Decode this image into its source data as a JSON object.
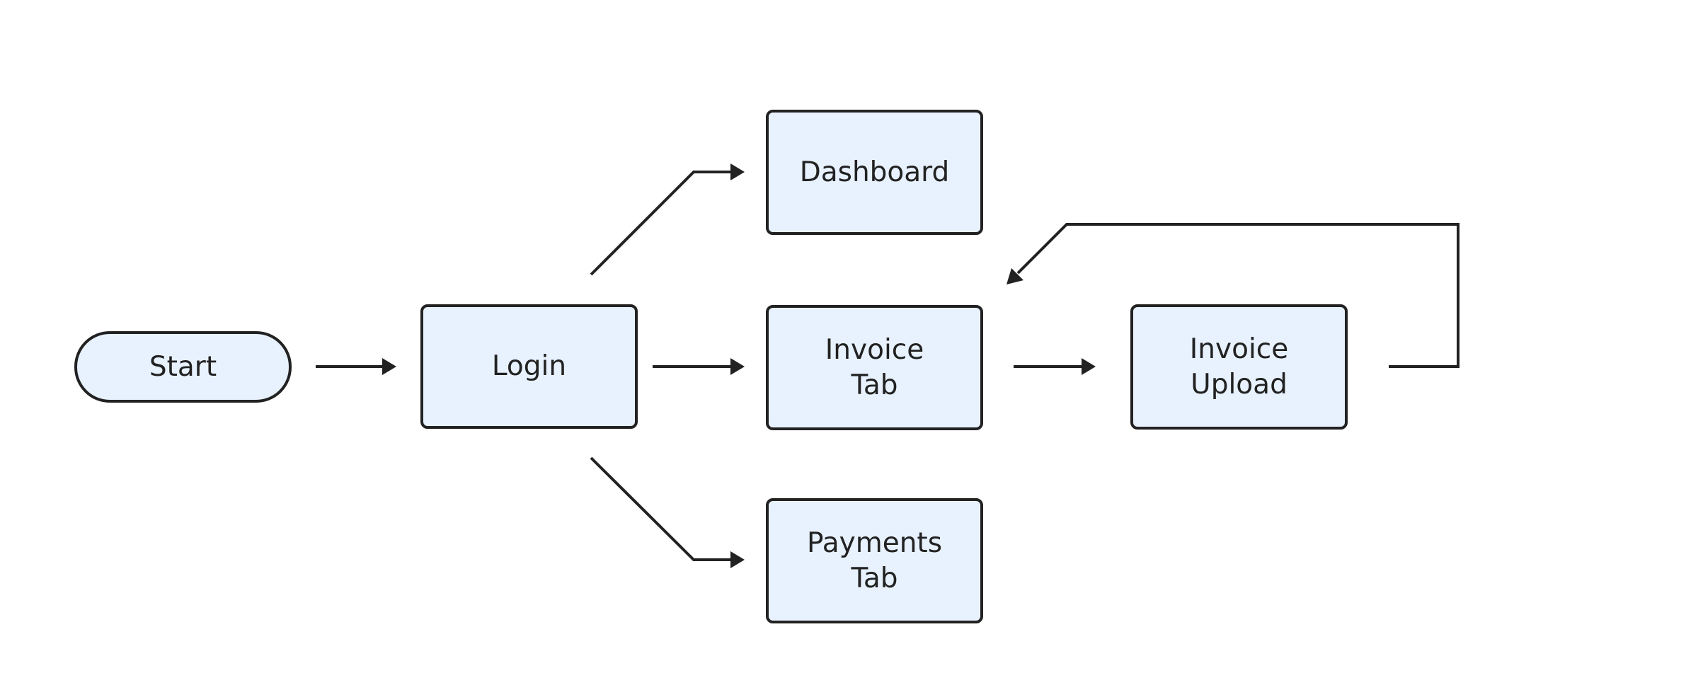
{
  "nodes": {
    "start": {
      "label": "Start"
    },
    "login": {
      "label": "Login"
    },
    "dashboard": {
      "label": "Dashboard"
    },
    "invoice_tab": {
      "lines": [
        "Invoice",
        "Tab"
      ]
    },
    "invoice_upload": {
      "lines": [
        "Invoice",
        "Upload"
      ]
    },
    "payments_tab": {
      "lines": [
        "Payments",
        "Tab"
      ]
    }
  },
  "edges": [
    {
      "from": "Start",
      "to": "Login"
    },
    {
      "from": "Login",
      "to": "Dashboard"
    },
    {
      "from": "Login",
      "to": "Invoice Tab"
    },
    {
      "from": "Login",
      "to": "Payments Tab"
    },
    {
      "from": "Invoice Tab",
      "to": "Invoice Upload"
    },
    {
      "from": "Invoice Upload",
      "to": "Invoice Tab"
    }
  ],
  "colors": {
    "node_fill": "#e8f2ff",
    "stroke": "#222222",
    "background": "#ffffff"
  }
}
